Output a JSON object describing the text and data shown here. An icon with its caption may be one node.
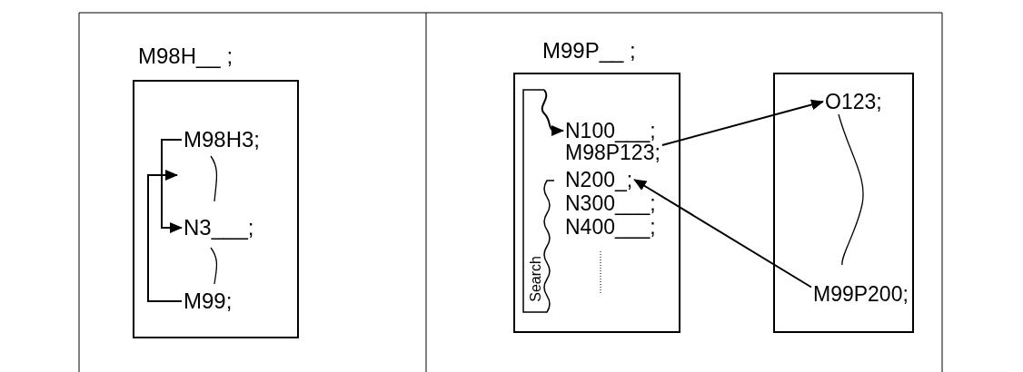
{
  "diagram": {
    "nodes": [
      {
        "text": [
          "M98H__ ;"
        ]
      },
      {
        "text": [
          "M98H3;"
        ],
        "in": 0
      },
      {
        "text": [
          "N3___;"
        ],
        "in": 0
      },
      {
        "text": [
          "M99;"
        ],
        "in": 0
      },
      {
        "text": [
          "M99P__ ;"
        ]
      },
      {
        "text": [
          "N100___;"
        ],
        "in": 4
      },
      {
        "text": [
          "M98P123;"
        ],
        "in": 4
      },
      {
        "text": [
          "N200_;"
        ],
        "in": 4
      },
      {
        "text": [
          "N300___;"
        ],
        "in": 4
      },
      {
        "text": [
          "N400___;"
        ],
        "in": 4
      },
      {
        "text": [
          "Search"
        ],
        "in": 4
      },
      {
        "text": [],
        "shape": "box"
      },
      {
        "text": [
          "O123;"
        ],
        "in": 11
      },
      {
        "text": [
          "M99P200;"
        ],
        "in": 11
      }
    ],
    "edges": [
      {
        "from": 1,
        "to": 2,
        "arrow": "to"
      },
      {
        "from": 3,
        "to": 1,
        "arrow": "to"
      },
      {
        "from": 10,
        "to": 5,
        "arrow": "to"
      },
      {
        "from": 6,
        "to": 12,
        "arrow": "to"
      },
      {
        "from": 13,
        "to": 7,
        "arrow": "to"
      }
    ]
  }
}
